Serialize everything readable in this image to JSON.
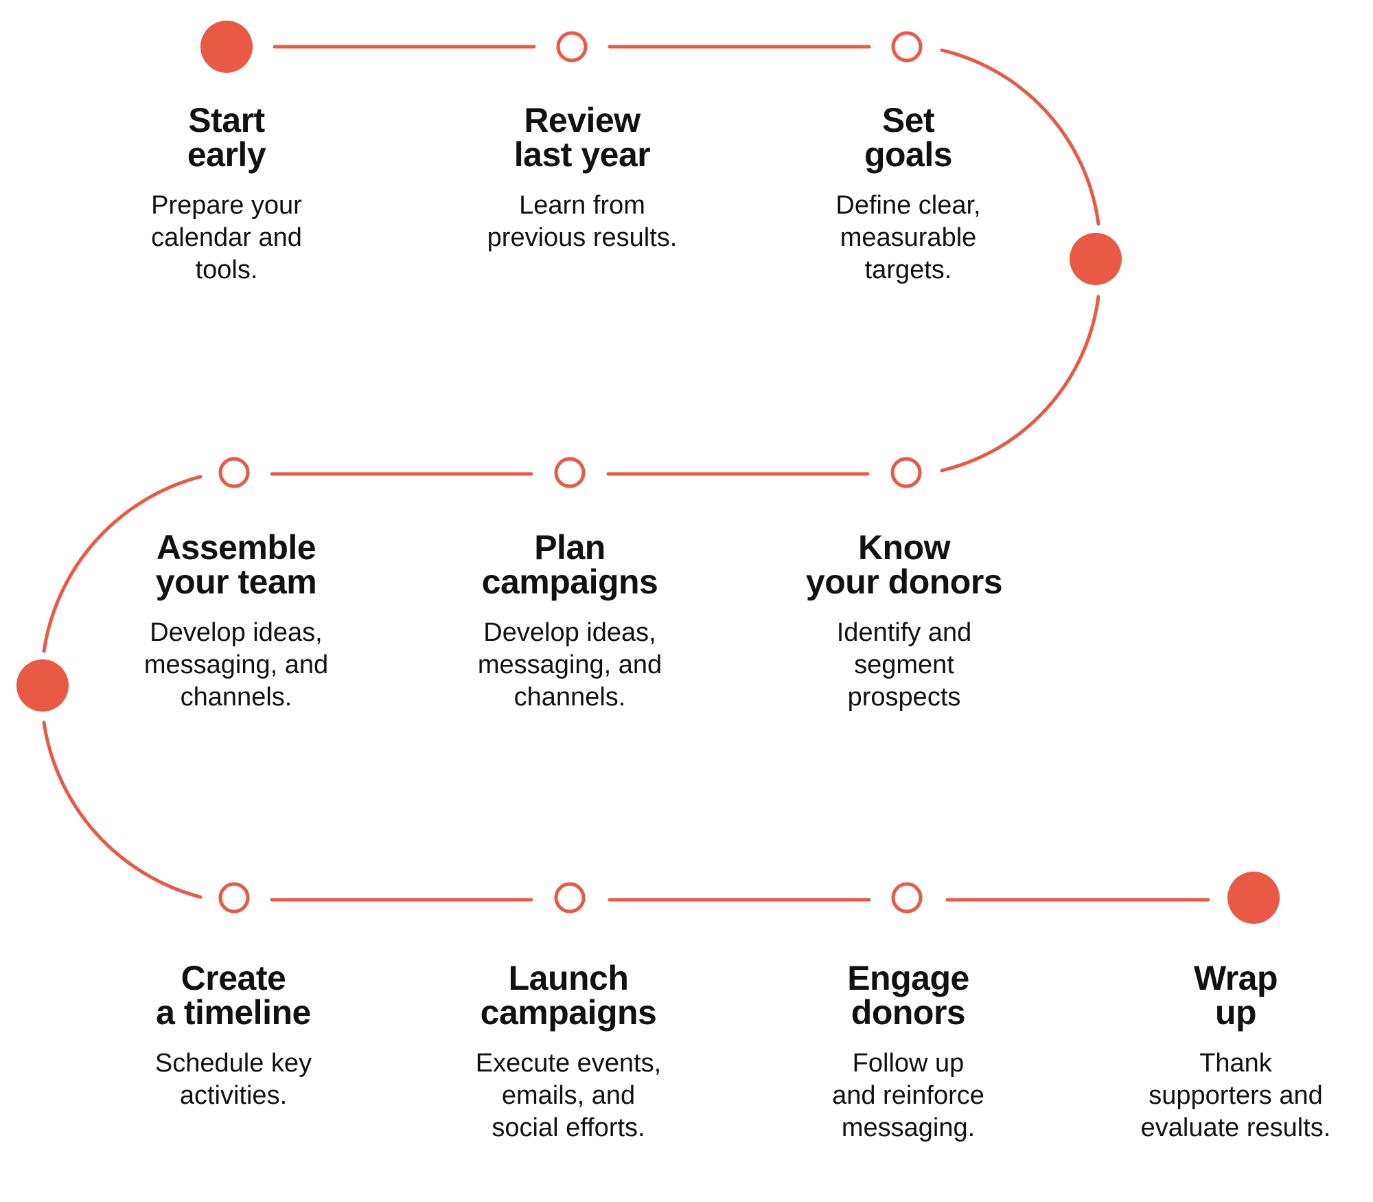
{
  "colors": {
    "accent": "#E85A43",
    "text": "#111111",
    "background": "#FFFFFF"
  },
  "steps": [
    {
      "title": "Start\nearly",
      "description": "Prepare your\ncalendar and\ntools.",
      "marker": "filled"
    },
    {
      "title": "Review\nlast year",
      "description": "Learn from\nprevious results.",
      "marker": "hollow"
    },
    {
      "title": "Set\ngoals",
      "description": "Define clear,\nmeasurable\ntargets.",
      "marker": "hollow"
    },
    {
      "title": "Know\nyour donors",
      "description": "Identify and\nsegment\nprospects",
      "marker": "hollow"
    },
    {
      "title": "Plan\ncampaigns",
      "description": "Develop ideas,\nmessaging, and\nchannels.",
      "marker": "hollow"
    },
    {
      "title": "Assemble\nyour team",
      "description": "Develop ideas,\nmessaging, and\nchannels.",
      "marker": "hollow"
    },
    {
      "title": "Create\na timeline",
      "description": "Schedule key\nactivities.",
      "marker": "hollow"
    },
    {
      "title": "Launch\ncampaigns",
      "description": "Execute events,\nemails, and\nsocial efforts.",
      "marker": "hollow"
    },
    {
      "title": "Engage\ndonors",
      "description": "Follow up\nand reinforce\nmessaging.",
      "marker": "hollow"
    },
    {
      "title": "Wrap\nup",
      "description": "Thank\nsupporters and\nevaluate results.",
      "marker": "filled"
    }
  ],
  "turn_markers": [
    "filled",
    "filled"
  ]
}
